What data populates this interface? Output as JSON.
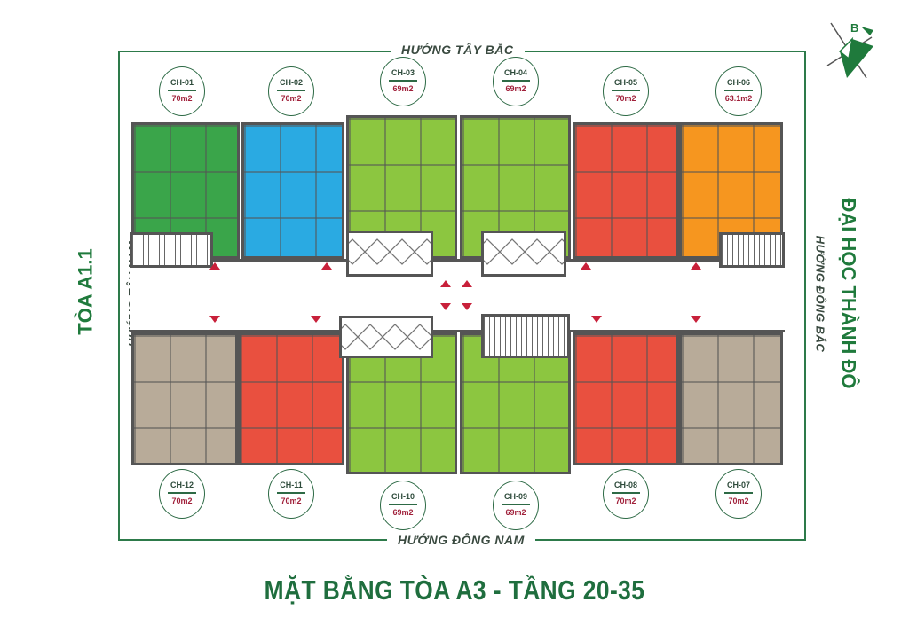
{
  "title": "MẶT BẰNG TÒA A3 - TẦNG 20-35",
  "directions": {
    "top": "HƯỚNG TÂY BẮC",
    "bottom": "HƯỚNG ĐÔNG NAM",
    "left": "HƯỚNG TÂY NAM",
    "right": "HƯỚNG ĐÔNG BẮC"
  },
  "neighbors": {
    "left": "TÒA A1.1",
    "right": "ĐẠI HỌC THÀNH ĐÔ"
  },
  "compass": {
    "label": "B",
    "color": "#1f7a3c"
  },
  "colors": {
    "frame": "#2d7a4a",
    "dark_green": "#3aa54a",
    "blue": "#2aaae2",
    "light_green": "#8cc640",
    "red": "#e9503f",
    "orange": "#f6961f",
    "beige": "#b8ab99",
    "arrow": "#c8203a"
  },
  "units": [
    {
      "code": "CH-01",
      "area": "70m2",
      "color": "#3aa54a"
    },
    {
      "code": "CH-02",
      "area": "70m2",
      "color": "#2aaae2"
    },
    {
      "code": "CH-03",
      "area": "69m2",
      "color": "#8cc640"
    },
    {
      "code": "CH-04",
      "area": "69m2",
      "color": "#8cc640"
    },
    {
      "code": "CH-05",
      "area": "70m2",
      "color": "#e9503f"
    },
    {
      "code": "CH-06",
      "area": "63.1m2",
      "color": "#f6961f"
    },
    {
      "code": "CH-07",
      "area": "70m2",
      "color": "#b8ab99"
    },
    {
      "code": "CH-08",
      "area": "70m2",
      "color": "#e9503f"
    },
    {
      "code": "CH-09",
      "area": "69m2",
      "color": "#8cc640"
    },
    {
      "code": "CH-10",
      "area": "69m2",
      "color": "#8cc640"
    },
    {
      "code": "CH-11",
      "area": "70m2",
      "color": "#e9503f"
    },
    {
      "code": "CH-12",
      "area": "70m2",
      "color": "#b8ab99"
    }
  ]
}
